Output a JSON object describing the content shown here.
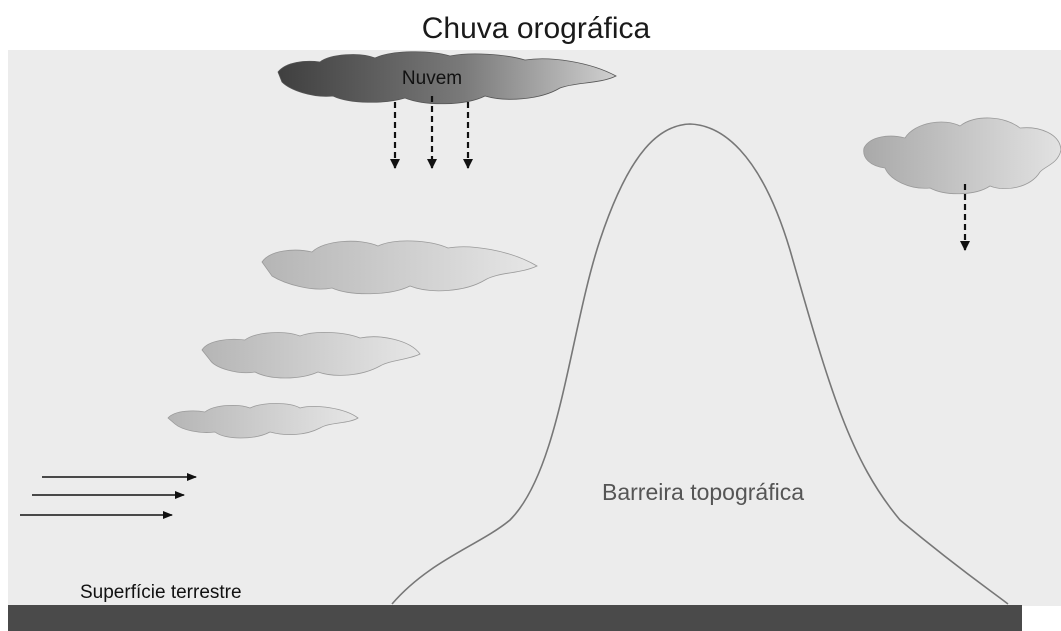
{
  "diagram": {
    "title": "Chuva orográfica",
    "labels": {
      "cloud": "Nuvem",
      "barrier": "Barreira topográfica",
      "surface": "Superfície terrestre"
    },
    "colors": {
      "panel_background": "#ececec",
      "ground": "#4a4a4a",
      "mountain_outline": "#777777",
      "arrow": "#111111",
      "rain_cloud_dark": "#3f3f3f",
      "rain_cloud_light": "#c4c4c4",
      "cloud_light": "#bdbdbd",
      "cloud_lightest": "#e4e4e4"
    }
  }
}
